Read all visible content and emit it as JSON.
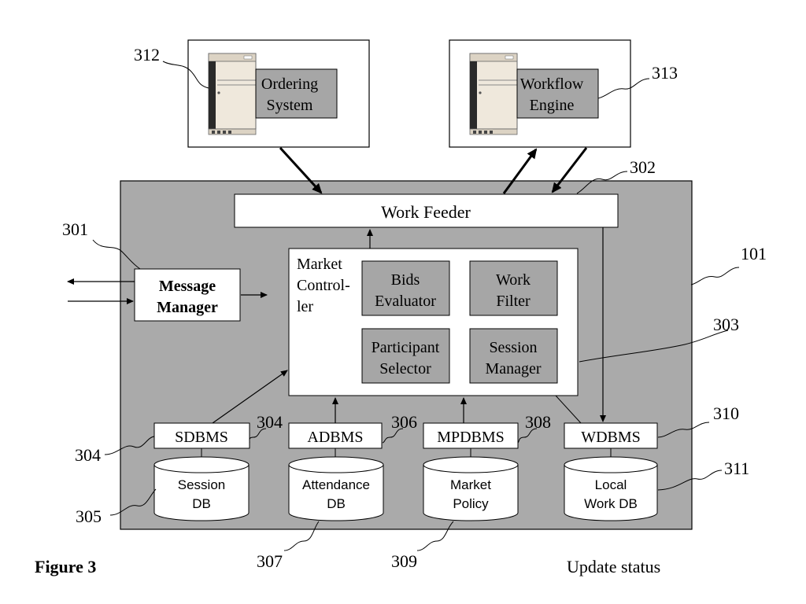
{
  "colors": {
    "panel_gray": "#aaaaaa",
    "box_gray": "#a6a6a6",
    "server_beige": "#efe8dc",
    "ink": "#000000",
    "white": "#ffffff"
  },
  "figure": {
    "caption": "Figure 3",
    "footer_note": "Update status"
  },
  "servers": {
    "ordering": {
      "line1": "Ordering",
      "line2": "System",
      "ref": "312"
    },
    "workflow": {
      "line1": "Workflow",
      "line2": "Engine",
      "ref": "313"
    }
  },
  "main_panel": {
    "ref": "101"
  },
  "work_feeder": {
    "label": "Work Feeder",
    "ref": "302"
  },
  "message_manager": {
    "line1": "Message",
    "line2": "Manager",
    "ref": "301"
  },
  "market_controller": {
    "line1": "Market",
    "line2": "Control-",
    "line3": "ler",
    "ref": "303",
    "modules": {
      "bids_evaluator": {
        "line1": "Bids",
        "line2": "Evaluator"
      },
      "work_filter": {
        "line1": "Work",
        "line2": "Filter"
      },
      "participant_selector": {
        "line1": "Participant",
        "line2": "Selector"
      },
      "session_manager": {
        "line1": "Session",
        "line2": "Manager"
      }
    }
  },
  "dbms": {
    "sdbms": {
      "label": "SDBMS",
      "ref_left": "304",
      "ref_right": "304"
    },
    "adbms": {
      "label": "ADBMS",
      "ref": "306"
    },
    "mpdbms": {
      "label": "MPDBMS",
      "ref": "308"
    },
    "wdbms": {
      "label": "WDBMS",
      "ref": "310"
    }
  },
  "databases": {
    "session_db": {
      "line1": "Session",
      "line2": "DB",
      "ref": "305"
    },
    "attendance_db": {
      "line1": "Attendance",
      "line2": "DB",
      "ref": "307"
    },
    "market_policy": {
      "line1": "Market",
      "line2": "Policy",
      "ref": "309"
    },
    "local_work_db": {
      "line1": "Local",
      "line2": "Work DB",
      "ref": "311"
    }
  }
}
